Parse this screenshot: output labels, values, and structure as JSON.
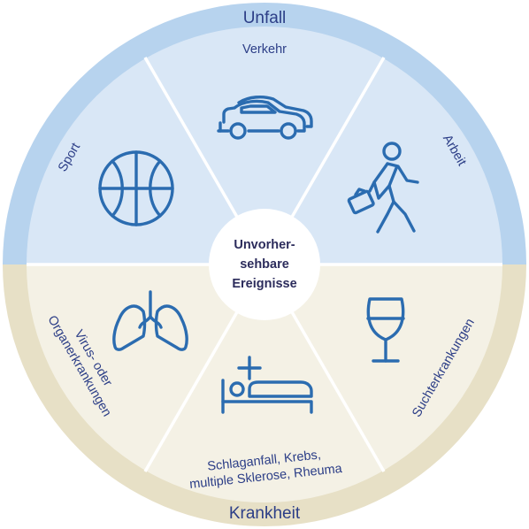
{
  "center": {
    "lines": [
      "Unvorher-",
      "sehbare",
      "Ereignisse"
    ]
  },
  "ring": {
    "top_label": "Unfall",
    "bottom_label": "Krankheit",
    "top_color": "#b7d3ee",
    "bottom_color": "#e7e0c6"
  },
  "segments": {
    "verkehr": {
      "label": "Verkehr",
      "icon": "car-icon"
    },
    "arbeit": {
      "label": "Arbeit",
      "icon": "walking-person-briefcase-icon"
    },
    "sport": {
      "label": "Sport",
      "icon": "basketball-icon"
    },
    "sucht": {
      "label": "Suchterkrankungen",
      "icon": "wine-glass-icon"
    },
    "virus": {
      "label_line1": "Virus- oder",
      "label_line2": "Organerkrankungen",
      "icon": "lungs-icon"
    },
    "schlaganfall": {
      "label_line1": "Schlaganfall, Krebs,",
      "label_line2": "multiple Sklerose, Rheuma",
      "icon": "patient-bed-icon"
    }
  },
  "colors": {
    "accident_inner": "#d9e7f6",
    "illness_inner": "#f4f1e5",
    "text": "#2c3e87",
    "icon": "#2b6cb0"
  }
}
